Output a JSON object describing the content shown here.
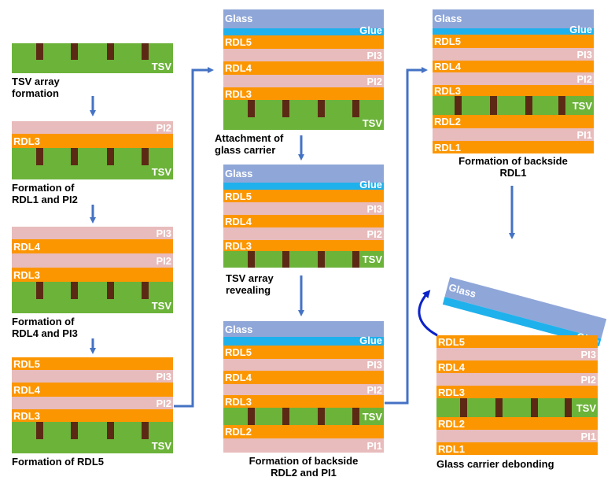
{
  "colors": {
    "glass": "#8fa6d8",
    "glue": "#1fb1ec",
    "rdl": "#fc9600",
    "pi": "#e8bcbc",
    "tsv": "#6cb33a",
    "via": "#5c2a14",
    "arrow": "#4472c4",
    "debond_arrow": "#0b22c8"
  },
  "labels": {
    "glass": "Glass",
    "glue": "Glue",
    "tsv": "TSV",
    "rdl1": "RDL1",
    "rdl2": "RDL2",
    "rdl3": "RDL3",
    "rdl4": "RDL4",
    "rdl5": "RDL5",
    "pi1": "PI1",
    "pi2": "PI2",
    "pi3": "PI3"
  },
  "steps": [
    {
      "caption": [
        "TSV array",
        "formation"
      ]
    },
    {
      "caption": [
        "Formation of",
        "RDL1 and PI2"
      ]
    },
    {
      "caption": [
        "Formation of",
        "RDL4 and PI3"
      ]
    },
    {
      "caption": [
        "Formation of RDL5"
      ]
    },
    {
      "caption": [
        "Attachment of",
        "glass carrier"
      ]
    },
    {
      "caption": [
        "TSV array",
        "revealing"
      ]
    },
    {
      "caption": [
        "Formation of backside",
        "RDL2 and PI1"
      ]
    },
    {
      "caption": [
        "Formation of backside",
        "RDL1"
      ]
    },
    {
      "caption": [
        "Glass carrier debonding"
      ]
    }
  ]
}
